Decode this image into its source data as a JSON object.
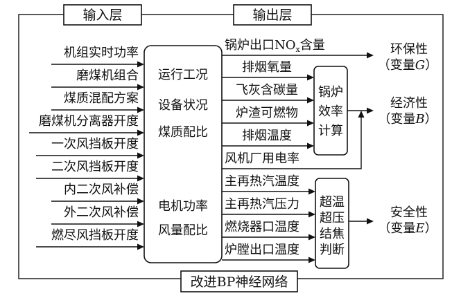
{
  "headers": {
    "input_layer": "输入层",
    "output_layer": "输出层"
  },
  "inputs": [
    "机组实时功率",
    "磨煤机组合",
    "煤质混配方案",
    "磨煤机分离器开度",
    "一次风挡板开度",
    "二次风挡板开度",
    "内二次风补偿",
    "外二次风补偿",
    "燃尽风挡板开度"
  ],
  "center_box": {
    "lines": [
      "运行工况",
      "设备状况",
      "煤质配比",
      "电机功率",
      "风量配比"
    ]
  },
  "outputs": {
    "nox": {
      "prefix": "锅炉出口NO",
      "sub": "x",
      "suffix": "含量"
    },
    "boiler_group": [
      "排烟氧量",
      "飞灰含碳量",
      "炉渣可燃物",
      "排烟温度"
    ],
    "fan_power": "风机厂用电率",
    "safety_group": [
      "主再热汽温度",
      "主再热汽压力",
      "燃烧器口温度",
      "炉膛出口温度"
    ]
  },
  "calc_boxes": {
    "efficiency": [
      "锅炉",
      "效率",
      "计算"
    ],
    "judgement": [
      "超温",
      "超压",
      "结焦",
      "判断"
    ]
  },
  "results": {
    "environmental": {
      "name": "环保性",
      "var_prefix": "（变量",
      "var": "G",
      "var_suffix": "）"
    },
    "economic": {
      "name": "经济性",
      "var_prefix": "（变量",
      "var": "B",
      "var_suffix": "）"
    },
    "safety": {
      "name": "安全性",
      "var_prefix": "（变量",
      "var": "E",
      "var_suffix": "）"
    }
  },
  "footer": "改进BP神经网络"
}
